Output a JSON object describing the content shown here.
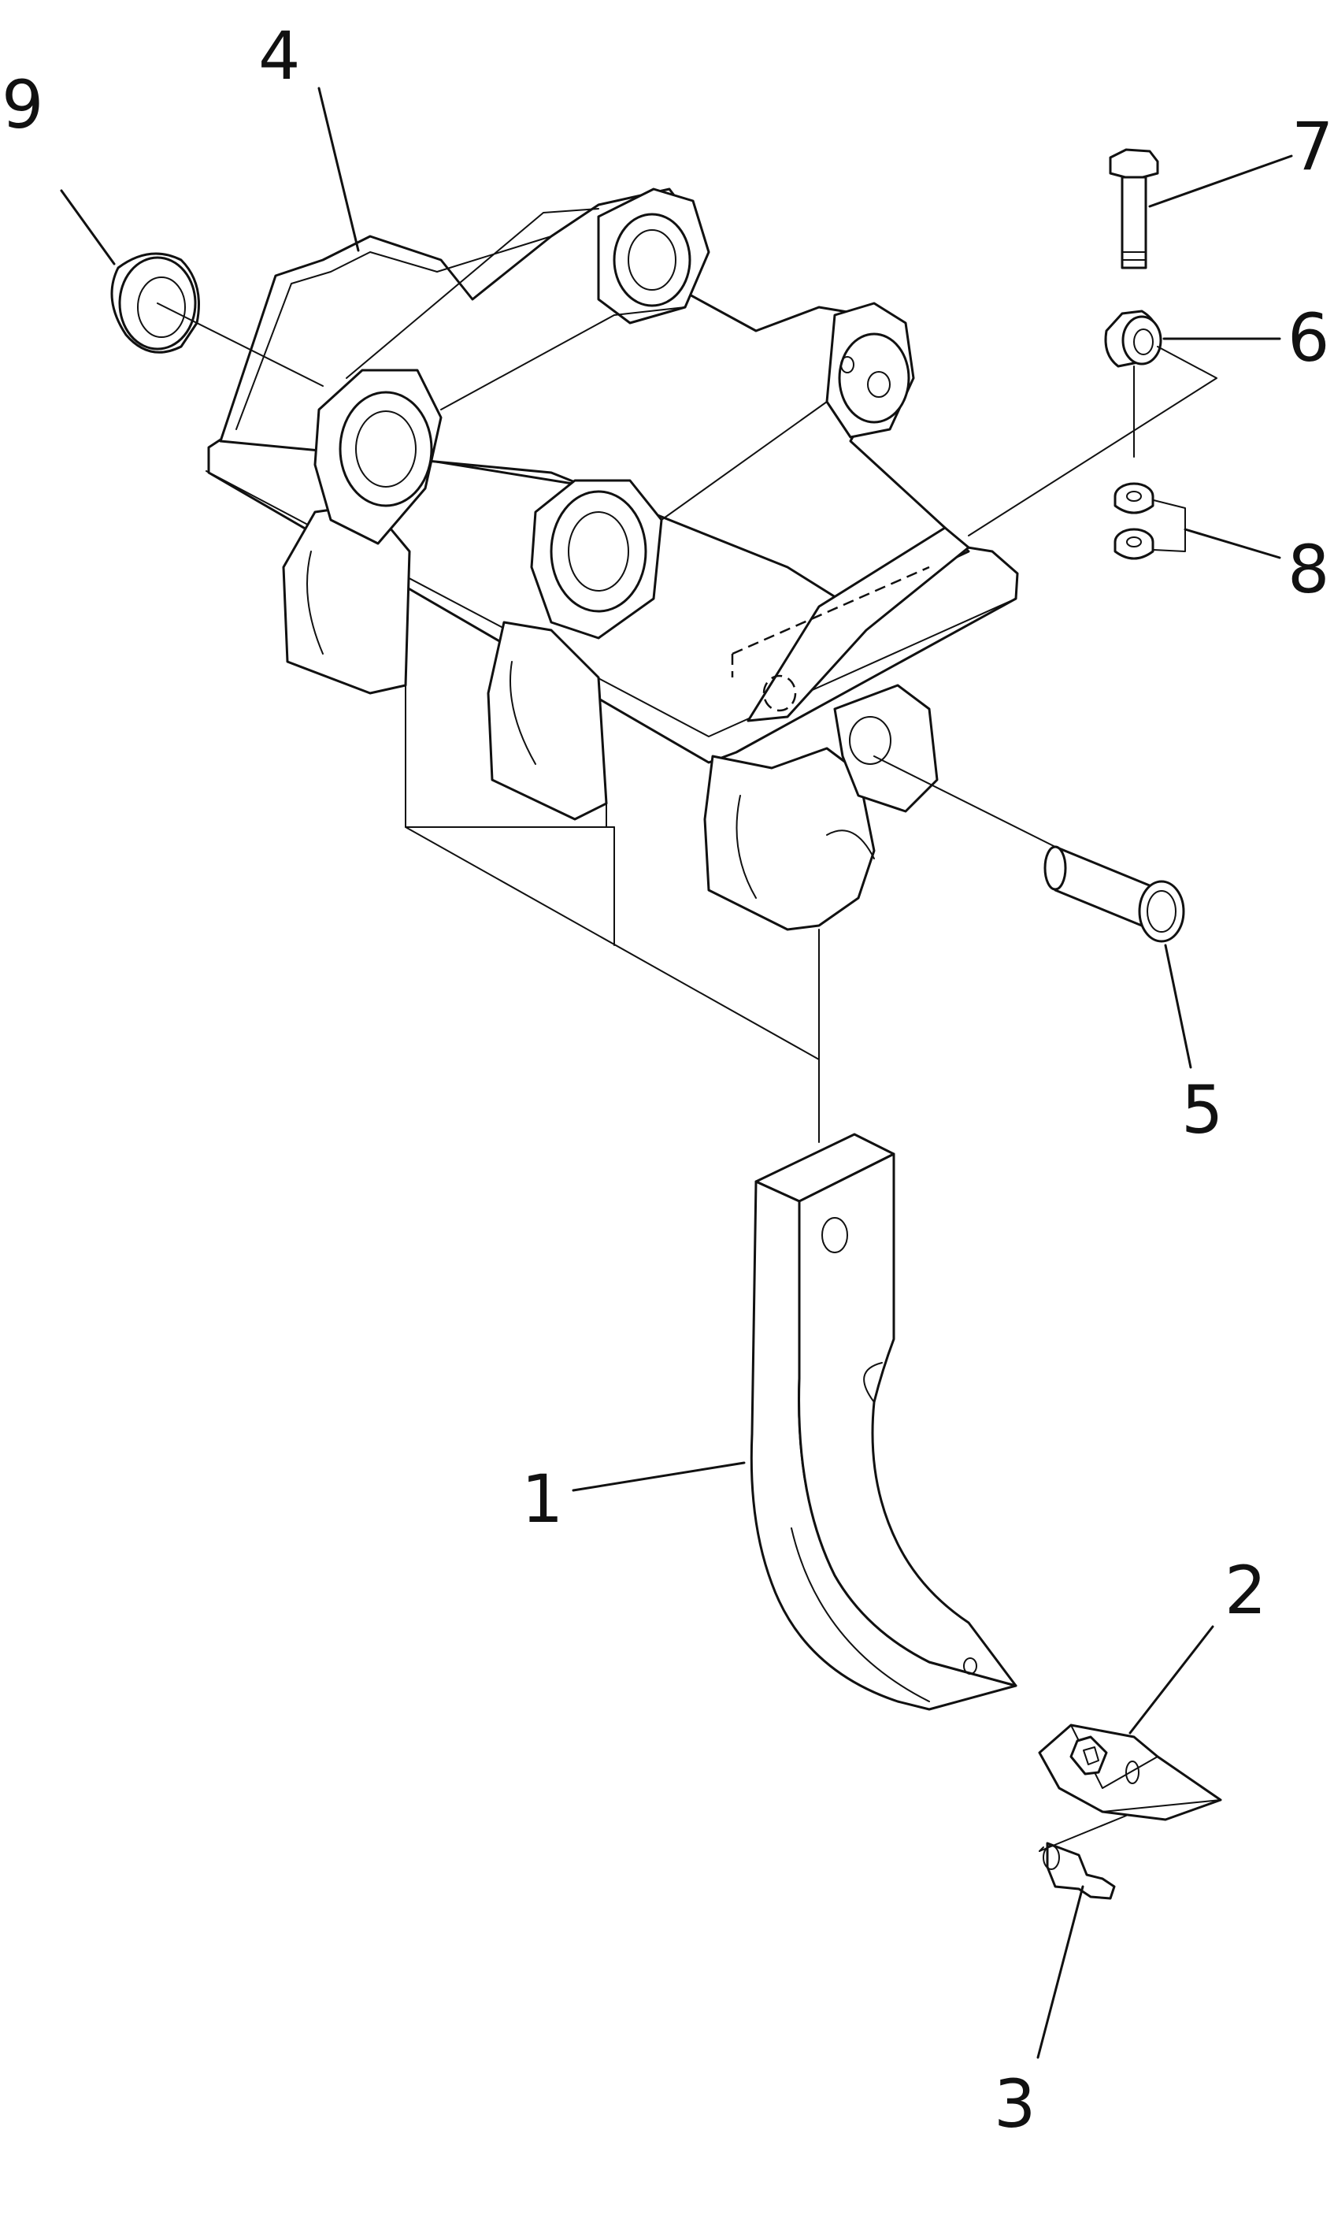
{
  "callouts": {
    "c1": "1",
    "c2": "2",
    "c3": "3",
    "c4": "4",
    "c5": "5",
    "c6": "6",
    "c7": "7",
    "c8": "8",
    "c9": "9"
  },
  "parts": [
    {
      "ref": "1",
      "name": "shank"
    },
    {
      "ref": "2",
      "name": "tip"
    },
    {
      "ref": "3",
      "name": "pin"
    },
    {
      "ref": "4",
      "name": "holder"
    },
    {
      "ref": "5",
      "name": "pin"
    },
    {
      "ref": "6",
      "name": "washer"
    },
    {
      "ref": "7",
      "name": "bolt"
    },
    {
      "ref": "8",
      "name": "nut"
    },
    {
      "ref": "9",
      "name": "bushing"
    }
  ]
}
